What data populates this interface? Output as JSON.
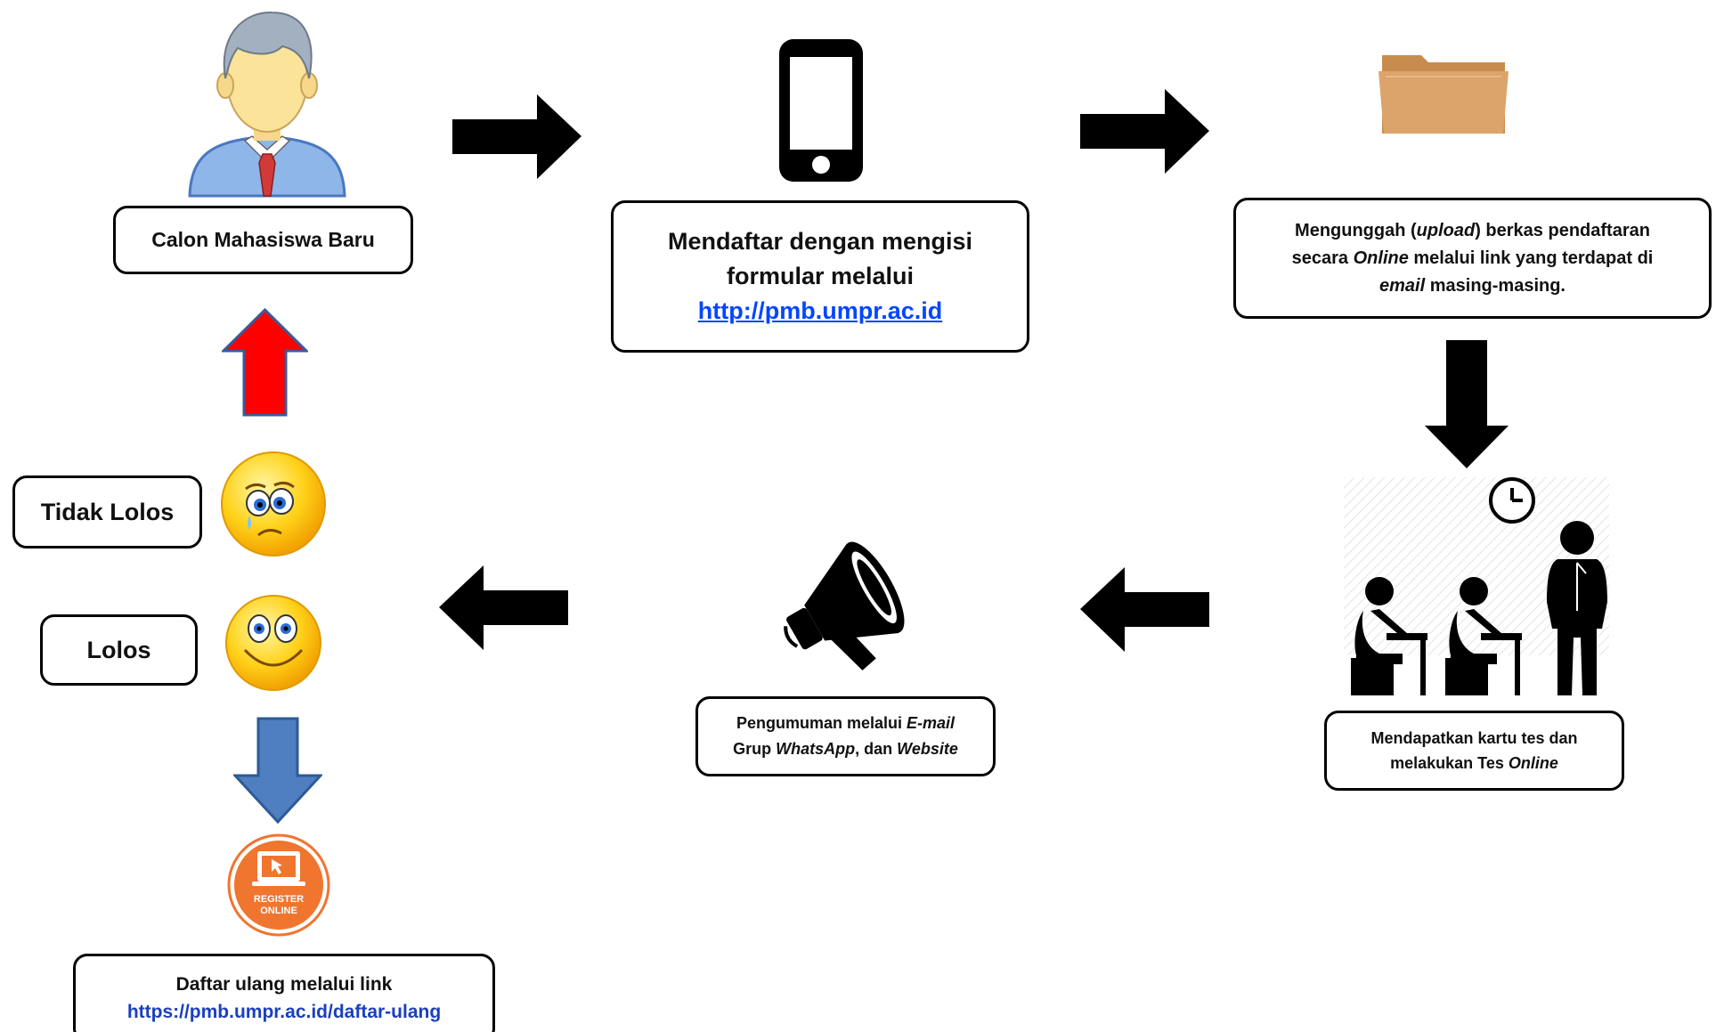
{
  "colors": {
    "arrow_black": "#000000",
    "arrow_red": "#ff0000",
    "arrow_blue": "#4f7fc0",
    "folder": "#dca36a",
    "register_orange": "#f0752f",
    "link_blue": "#0645ff"
  },
  "nodes": {
    "calon": {
      "label": "Calon Mahasiswa Baru"
    },
    "daftar": {
      "line1": "Mendaftar dengan mengisi",
      "line2": "formular melalui",
      "link": "http://pmb.umpr.ac.id"
    },
    "upload": {
      "l1_a": "Mengunggah (",
      "l1_em": "upload",
      "l1_b": ") berkas pendaftaran",
      "l2_a": "secara ",
      "l2_em": "Online",
      "l2_b": " melalui link yang terdapat di",
      "l3_em": "email",
      "l3_b": " masing-masing."
    },
    "tes": {
      "l1": "Mendapatkan kartu tes dan",
      "l2_a": "melakukan Tes ",
      "l2_em": "Online"
    },
    "pengumuman": {
      "l1_a": "Pengumuman melalui ",
      "l1_em": "E-mail",
      "l2_a": "Grup ",
      "l2_em": "WhatsApp",
      "l2_b": ", dan ",
      "l2_em2": "Website"
    },
    "tidak_lolos": {
      "label": "Tidak Lolos"
    },
    "lolos": {
      "label": "Lolos"
    },
    "daftar_ulang": {
      "l1": "Daftar ulang melalui link",
      "link": "https://pmb.umpr.ac.id/daftar-ulang"
    }
  },
  "icons": {
    "student": "person-icon",
    "phone": "smartphone-icon",
    "folder": "folder-icon",
    "exam": "exam-room-icon",
    "clock": "clock-icon",
    "megaphone": "megaphone-icon",
    "sad": "sad-face-icon",
    "happy": "happy-face-icon",
    "register": "register-online-icon",
    "register_text_1": "REGISTER",
    "register_text_2": "ONLINE"
  }
}
